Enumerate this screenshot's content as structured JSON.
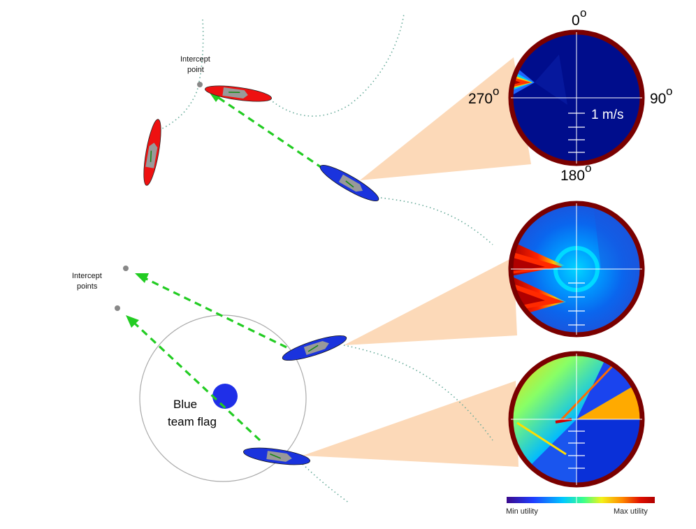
{
  "labels": {
    "intercept_point_line1": "Intercept",
    "intercept_point_line2": "point",
    "intercept_points_line1": "Intercept",
    "intercept_points_line2": "points",
    "flag_line1": "Blue",
    "flag_line2": "team flag",
    "angle_0": "0",
    "angle_90": "90",
    "angle_180": "180",
    "angle_270": "270",
    "degree_symbol": "o",
    "speed_scale": "1 m/s"
  },
  "legend": {
    "min_label": "Min utility",
    "max_label": "Max utility",
    "colormap": [
      "#3b0a8c",
      "#1f3dff",
      "#00c8ff",
      "#3cff8a",
      "#f2f21a",
      "#ff8a00",
      "#d40000",
      "#b00000"
    ]
  },
  "colors": {
    "red_team": "#ee1111",
    "blue_team": "#1a33dd",
    "boat_deck": "#999999",
    "intercept_arrow": "#22cc22",
    "projection_cone": "#fcd9b8",
    "polar_rim": "#8b0000",
    "polar_background": "#000d8c",
    "trail": "#66aa99"
  }
}
